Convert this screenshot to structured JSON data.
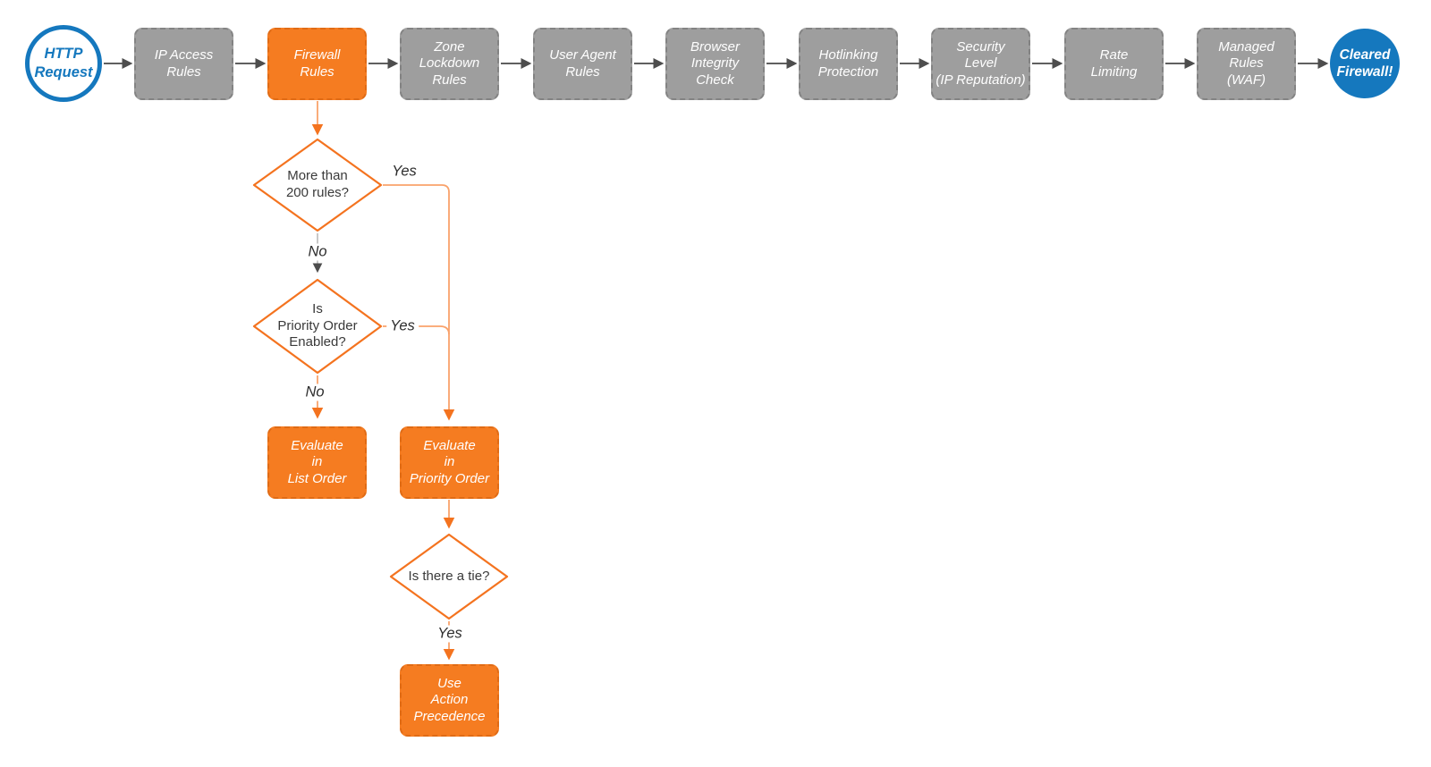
{
  "colors": {
    "orange": "#F57C21",
    "blue": "#1578BE",
    "gray_node": "#9E9E9E",
    "connector_dark": "#4D4D4D",
    "connector_orange": "#F9A26B",
    "connector_gray": "#C2C2C2"
  },
  "flowchart": {
    "start_node": {
      "label": "HTTP\nRequest"
    },
    "end_node": {
      "label": "Cleared\nFirewall!"
    },
    "pipeline": [
      {
        "label": "IP Access\nRules"
      },
      {
        "label": "Firewall\nRules"
      },
      {
        "label": "Zone\nLockdown\nRules"
      },
      {
        "label": "User Agent\nRules"
      },
      {
        "label": "Browser\nIntegrity\nCheck"
      },
      {
        "label": "Hotlinking\nProtection"
      },
      {
        "label": "Security\nLevel\n(IP Reputation)"
      },
      {
        "label": "Rate\nLimiting"
      },
      {
        "label": "Managed\nRules\n(WAF)"
      }
    ],
    "decisions": [
      {
        "label": "More than\n200 rules?"
      },
      {
        "label": "Is\nPriority Order\nEnabled?"
      },
      {
        "label": "Is there a tie?"
      }
    ],
    "actions": [
      {
        "label": "Evaluate\nin\nList Order"
      },
      {
        "label": "Evaluate\nin\nPriority Order"
      },
      {
        "label": "Use\nAction\nPrecedence"
      }
    ],
    "edge_labels": {
      "decision1_yes": "Yes",
      "decision1_no": "No",
      "decision2_yes": "Yes",
      "decision2_no": "No",
      "decision3_yes": "Yes"
    }
  }
}
